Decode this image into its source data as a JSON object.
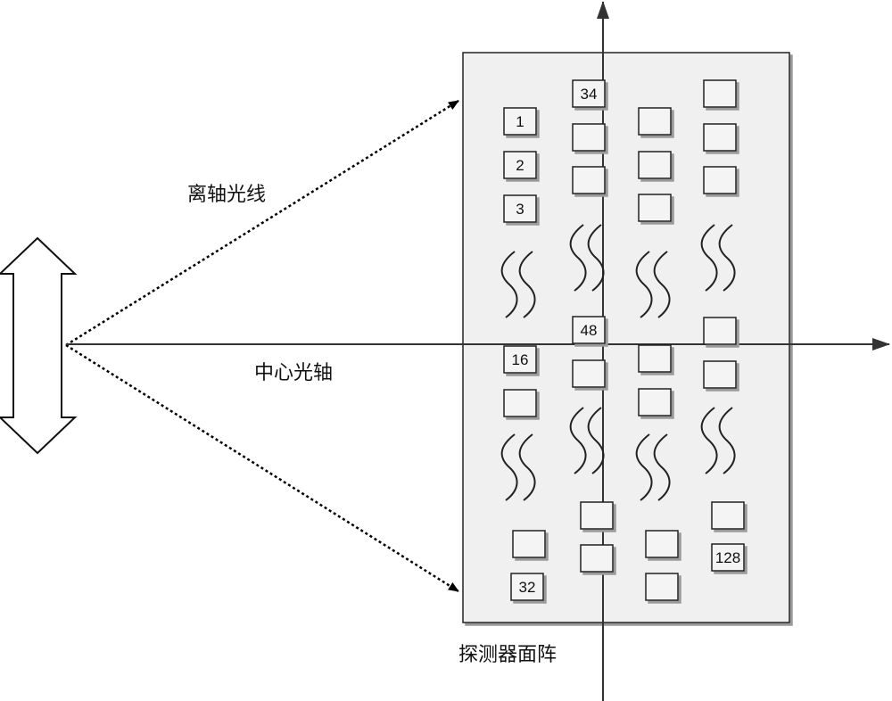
{
  "labels": {
    "off_axis_ray": "离轴光线",
    "central_axis": "中心光轴",
    "detector_array": "探测器面阵"
  },
  "pixel_numbers": {
    "p1": "1",
    "p2": "2",
    "p3": "3",
    "p16": "16",
    "p32": "32",
    "p34": "34",
    "p48": "48",
    "p128": "128"
  }
}
